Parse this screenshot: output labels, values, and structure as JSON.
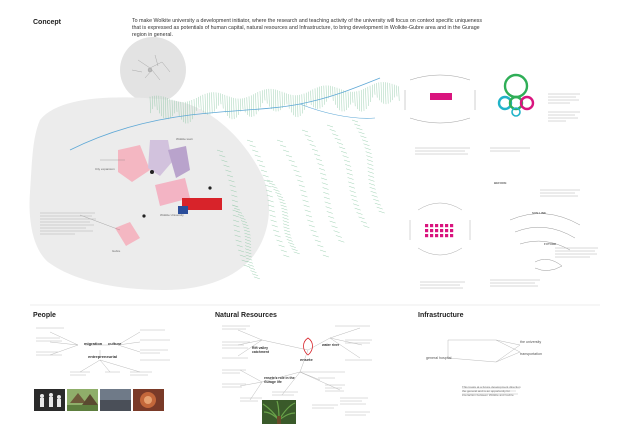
{
  "concept": {
    "heading": "Concept",
    "statement": "To make Wolkite university a development initiator, where the research and teaching activity of the university will focus on context specific uniqueness that is expressed as potentials of human capital, natural resources and Infrastructure, to bring development in Wolkite-Gubre area and in the Gurage region in general."
  },
  "sections": {
    "people": "People",
    "natural_resources": "Natural Resources",
    "infrastructure": "Infrastructure"
  },
  "people_nodes": {
    "migration": "migration",
    "culture": "culture",
    "entrepreneurial": "entrepreneurial"
  },
  "natural_nodes": {
    "center": "ensete",
    "hub_left": "Rift valley catchment",
    "river": "water river",
    "gurage": "ensete's role in the Gurage life"
  },
  "infra_nodes": {
    "left": "general hospital",
    "right": "the university",
    "bottom": "transportation"
  },
  "infra_note": "This treats at a future development direction the general and is an opportunity for interaction between Wolkite and Gubre",
  "map_labels": {
    "city_expansion": "City expansion",
    "wolkite_town": "Wolkite town",
    "gubre": "Gubre",
    "university": "Wolkite University"
  },
  "diagram_notes": {
    "mid": "The present situation where the Wolkite Gubre",
    "spine": "The Enable life/ Theater, natural and infrastructure",
    "before": "BEFORE",
    "sun_line": "SUN LINE",
    "future": "FUTURE",
    "dialogue": "Dialogue between a proper education entity and its surrounding so that for natural development"
  },
  "colors": {
    "accent_magenta": "#d9147e",
    "accent_green": "#2fae57",
    "accent_teal": "#20b3c8",
    "accent_red": "#d8232a",
    "accent_blue": "#2a4d9a"
  }
}
